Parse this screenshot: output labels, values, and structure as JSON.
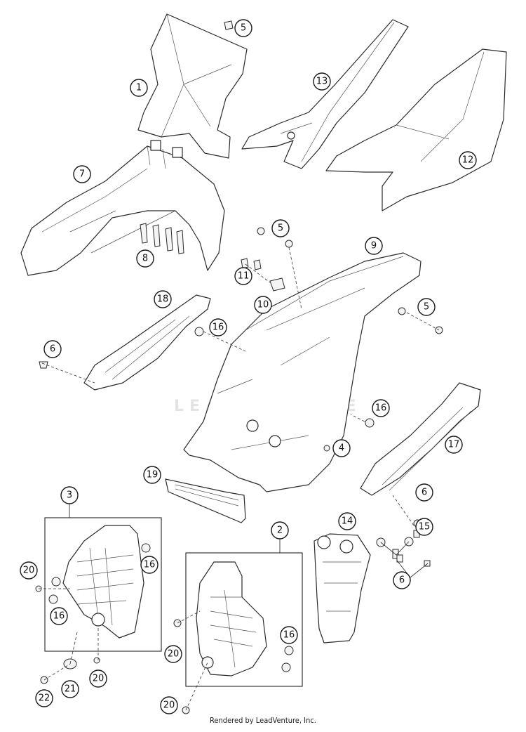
{
  "watermark": "LEADVENTURE",
  "footer": "Rendered by LeadVenture, Inc.",
  "callouts": [
    "1",
    "2",
    "3",
    "4",
    "5",
    "6",
    "7",
    "8",
    "9",
    "10",
    "11",
    "12",
    "13",
    "14",
    "15",
    "16",
    "17",
    "18",
    "19",
    "20",
    "21",
    "22"
  ]
}
